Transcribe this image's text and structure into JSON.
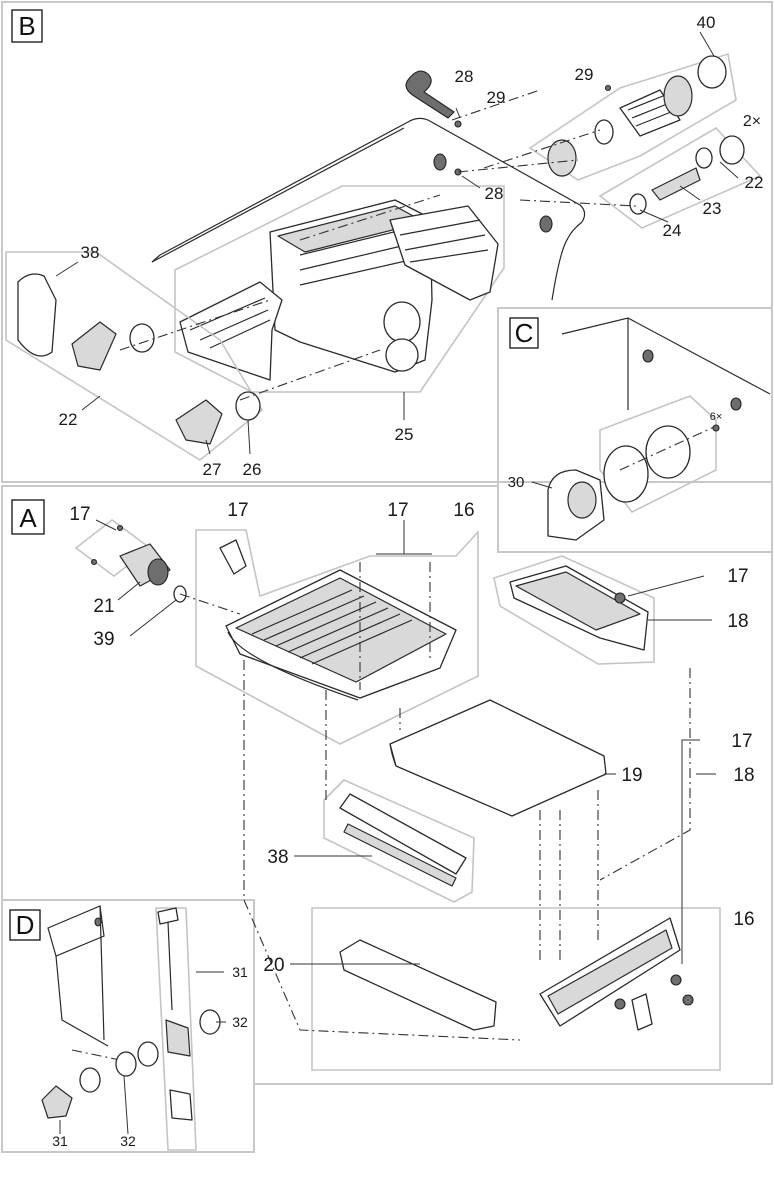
{
  "sections": {
    "a": "A",
    "b": "B",
    "c": "C",
    "d": "D"
  },
  "labels": {
    "b_40": "40",
    "b_28_top": "28",
    "b_29_top": "29",
    "b_29_right": "29",
    "b_2x": "2×",
    "b_22_right": "22",
    "b_28_mid": "28",
    "b_23": "23",
    "b_24": "24",
    "b_38": "38",
    "b_22_left": "22",
    "b_27": "27",
    "b_26": "26",
    "b_25": "25",
    "c_6x": "6×",
    "c_30": "30",
    "a_17_left": "17",
    "a_17_mid": "17",
    "a_17_center": "17",
    "a_16_top": "16",
    "a_21": "21",
    "a_39": "39",
    "a_17_right": "17",
    "a_18_top": "18",
    "a_19": "19",
    "a_38": "38",
    "a_16_bottom": "16",
    "a_20": "20",
    "a_17_bottom": "17",
    "a_18_bottom": "18",
    "d_31_right": "31",
    "d_32_right": "32",
    "d_31_bottom": "31",
    "d_32_bottom": "32"
  }
}
